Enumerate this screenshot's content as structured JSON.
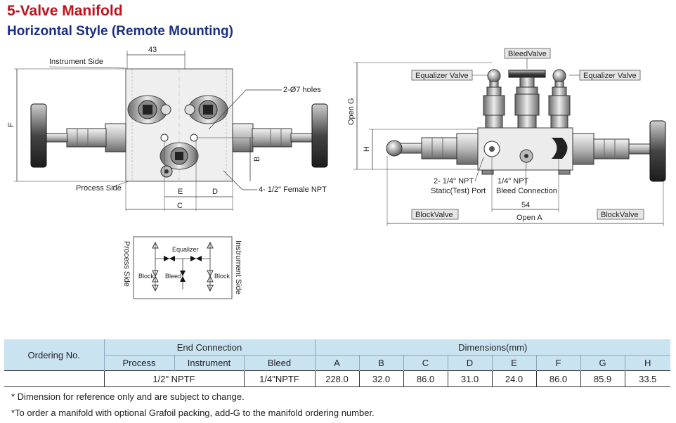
{
  "header": {
    "title": "5-Valve Manifold",
    "subtitle": "Horizontal Style (Remote Mounting)"
  },
  "front_view": {
    "instrument_side": "Instrument Side",
    "process_side": "Process Side",
    "dim_43": "43",
    "dim_F": "F",
    "dim_B": "B",
    "dim_E": "E",
    "dim_D": "D",
    "dim_C": "C",
    "holes": "2-Ø7 holes",
    "female_npt": "4- 1/2\" Female NPT"
  },
  "side_view": {
    "bleed_valve": "BleedValve",
    "equalizer_left": "Equalizer Valve",
    "equalizer_right": "Equalizer Valve",
    "open_g": "Open G",
    "dim_h": "H",
    "static_port_line1": "2- 1/4\" NPT",
    "static_port_line2": "Static(Test) Port",
    "bleed_conn_line1": "1/4\" NPT",
    "bleed_conn_line2": "Bleed Connection",
    "dim_54": "54",
    "open_a": "Open A",
    "block_left": "BlockValve",
    "block_right": "BlockValve"
  },
  "schematic": {
    "process_side": "Process Side",
    "instrument_side": "Instrument Side",
    "equalizer": "Equalizer",
    "block_left": "Block",
    "bleed": "Bleed",
    "block_right": "Block"
  },
  "table": {
    "ordering_no": "Ordering No.",
    "end_connection": "End Connection",
    "dimensions": "Dimensions(mm)",
    "sub_process": "Process",
    "sub_instrument": "Instrument",
    "sub_bleed": "Bleed",
    "dim_headers": [
      "A",
      "B",
      "C",
      "D",
      "E",
      "F",
      "G",
      "H"
    ],
    "row": {
      "process_instrument": "1/2\" NPTF",
      "bleed": "1/4\"NPTF",
      "values": [
        "228.0",
        "32.0",
        "86.0",
        "31.0",
        "24.0",
        "86.0",
        "85.9",
        "33.5"
      ]
    }
  },
  "notes": {
    "note1": "* Dimension for reference only and are subject to change.",
    "note2": "*To order a manifold with optional Grafoil packing, add-G to the manifold ordering number."
  }
}
